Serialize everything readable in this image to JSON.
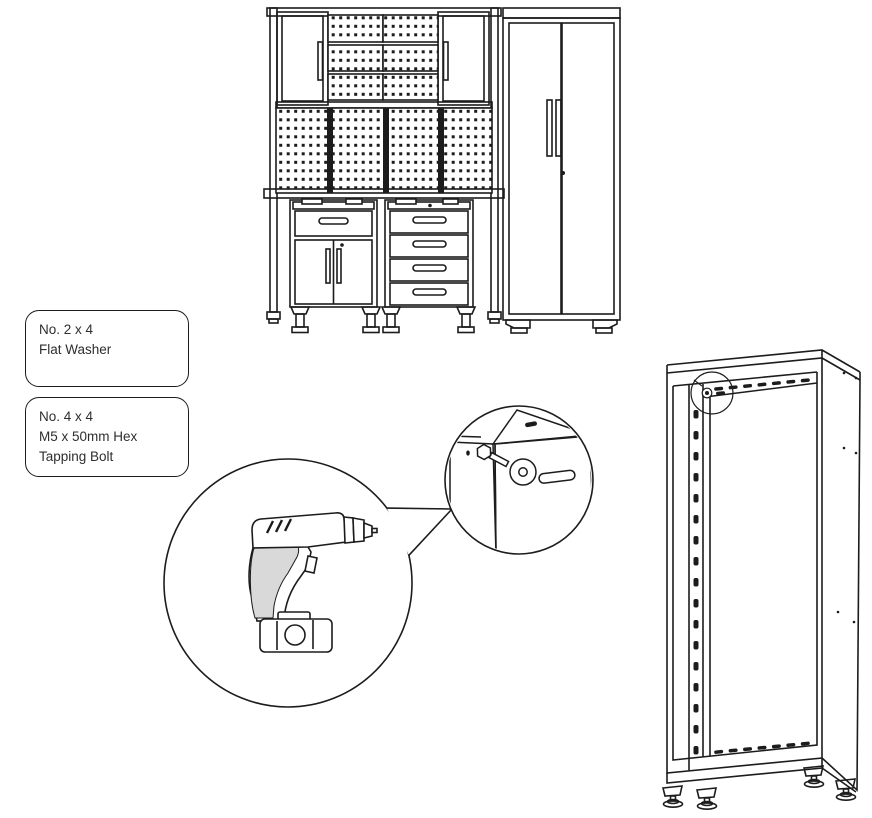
{
  "page": {
    "background": "#ffffff",
    "line_color": "#1c1c1c",
    "drill_grip_gray": "#d9d9d9"
  },
  "callouts": [
    {
      "id": "flat-washer",
      "lines": [
        "No. 2 x 4",
        "Flat Washer"
      ]
    },
    {
      "id": "hex-tapping-bolt",
      "lines": [
        "No. 4 x 4",
        "M5 x 50mm Hex",
        "Tapping Bolt"
      ]
    }
  ],
  "figures": {
    "storage_system": {
      "label": "garage storage wall system with pegboard, wall cabinets, base cabinets and tall locker"
    },
    "drill": {
      "label": "cordless power drill tool callout"
    },
    "fastener_detail": {
      "label": "M5 hex tapping bolt and flat washer into cabinet corner"
    },
    "cabinet_frame": {
      "label": "tall cabinet open frame showing fastening point"
    }
  }
}
